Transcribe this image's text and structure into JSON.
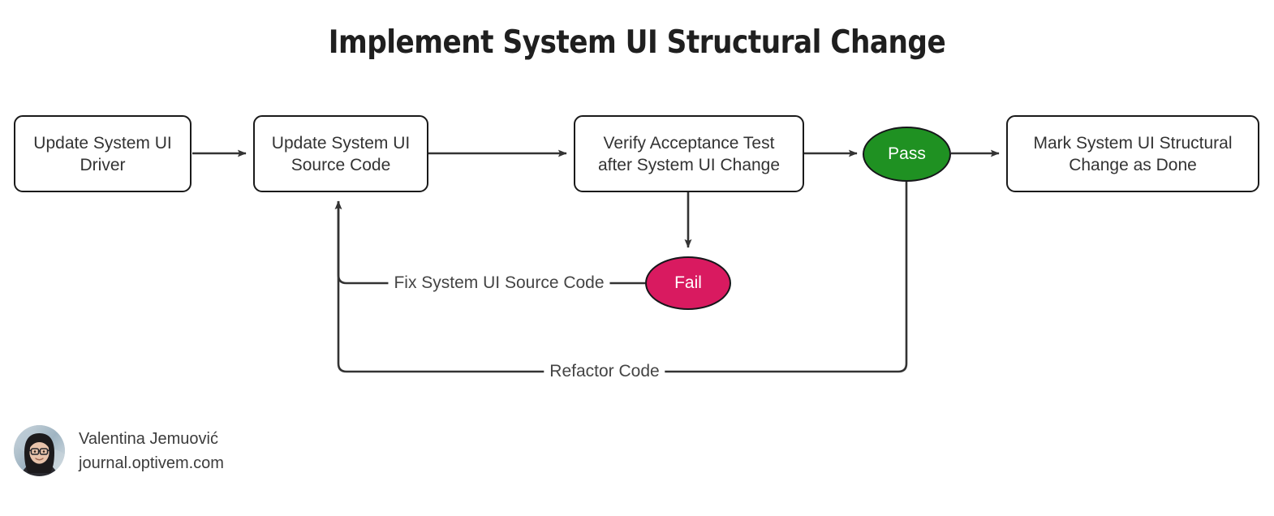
{
  "title": "Implement System UI Structural Change",
  "colors": {
    "pass_fill": "#1f9122",
    "fail_fill": "#d91a60",
    "node_stroke": "#1a1a1a",
    "node_fill": "#ffffff",
    "text": "#333333",
    "edge_stroke": "#333333",
    "title_color": "#1f1f1f"
  },
  "nodes": [
    {
      "id": "update-driver",
      "label": "Update System UI\nDriver",
      "shape": "rounded-rect"
    },
    {
      "id": "update-source-code",
      "label": "Update System UI\nSource Code",
      "shape": "rounded-rect"
    },
    {
      "id": "verify-acceptance-test",
      "label": "Verify Acceptance Test\nafter System UI Change",
      "shape": "rounded-rect"
    },
    {
      "id": "pass",
      "label": "Pass",
      "shape": "ellipse"
    },
    {
      "id": "fail",
      "label": "Fail",
      "shape": "ellipse"
    },
    {
      "id": "mark-done",
      "label": "Mark System UI Structural\nChange as Done",
      "shape": "rounded-rect"
    }
  ],
  "edges": [
    {
      "from": "update-driver",
      "to": "update-source-code",
      "label": ""
    },
    {
      "from": "update-source-code",
      "to": "verify-acceptance-test",
      "label": ""
    },
    {
      "from": "verify-acceptance-test",
      "to": "pass",
      "label": ""
    },
    {
      "from": "verify-acceptance-test",
      "to": "fail",
      "label": ""
    },
    {
      "from": "pass",
      "to": "mark-done",
      "label": ""
    },
    {
      "from": "fail",
      "to": "update-source-code",
      "label": "Fix System UI Source Code"
    },
    {
      "from": "pass",
      "to": "update-source-code",
      "label": "Refactor Code"
    }
  ],
  "edge_labels": {
    "fix_source_code": "Fix System UI Source Code",
    "refactor_code": "Refactor Code"
  },
  "attribution": {
    "name": "Valentina Jemuović",
    "site": "journal.optivem.com"
  }
}
